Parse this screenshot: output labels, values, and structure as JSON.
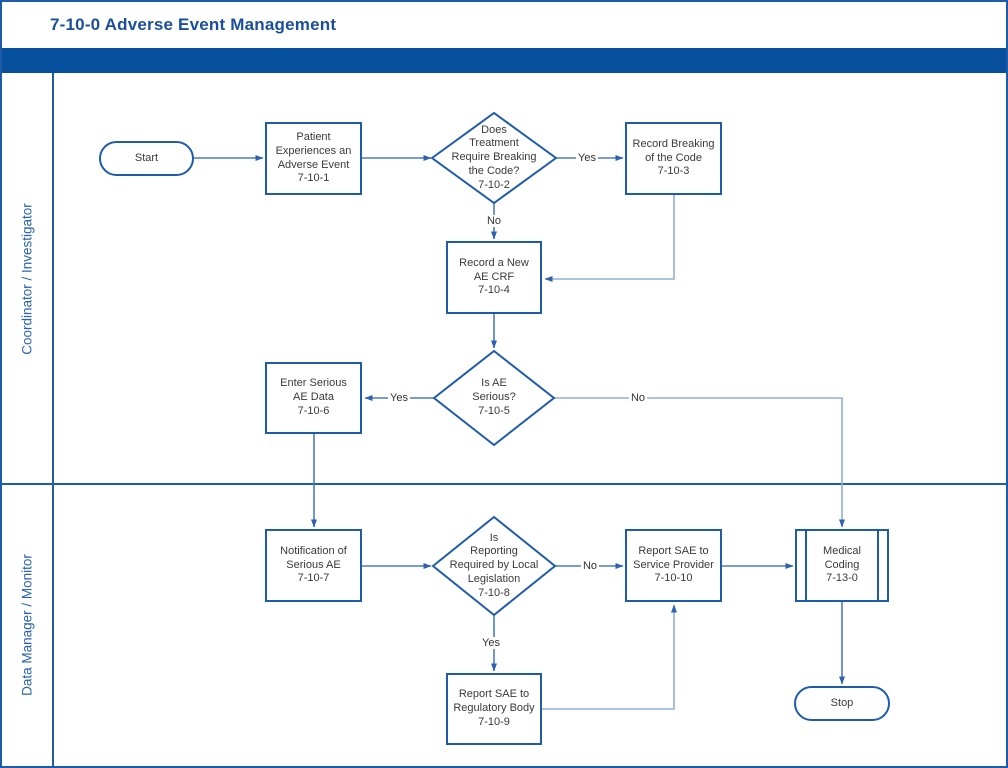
{
  "title": "7-10-0 Adverse Event Management",
  "lanes": [
    {
      "label": "Coordinator / Investigator"
    },
    {
      "label": "Data Manager / Monitor"
    }
  ],
  "nodes": {
    "start": {
      "type": "terminator",
      "label": "Start"
    },
    "patient_ae": {
      "type": "process",
      "label": "Patient\nExperiences an\nAdverse Event\n7-10-1"
    },
    "break_code_q": {
      "type": "decision",
      "label": "Does\nTreatment\nRequire Breaking\nthe Code?\n7-10-2"
    },
    "record_breaking": {
      "type": "process",
      "label": "Record Breaking\nof the Code\n7-10-3"
    },
    "record_ae_crf": {
      "type": "process",
      "label": "Record a New\nAE CRF\n7-10-4"
    },
    "ae_serious_q": {
      "type": "decision",
      "label": "Is AE\nSerious?\n7-10-5"
    },
    "enter_sae": {
      "type": "process",
      "label": "Enter Serious\nAE Data\n7-10-6"
    },
    "notify_sae": {
      "type": "process",
      "label": "Notification of\nSerious AE\n7-10-7"
    },
    "reporting_q": {
      "type": "decision",
      "label": "Is\nReporting\nRequired by Local\nLegislation\n7-10-8"
    },
    "report_regulatory": {
      "type": "process",
      "label": "Report SAE to\nRegulatory Body\n7-10-9"
    },
    "report_provider": {
      "type": "process",
      "label": "Report SAE to\nService Provider\n7-10-10"
    },
    "medical_coding": {
      "type": "predefined-process",
      "label": "Medical\nCoding\n7-13-0"
    },
    "stop": {
      "type": "terminator",
      "label": "Stop"
    }
  },
  "edge_labels": {
    "break_yes": "Yes",
    "break_no": "No",
    "serious_yes": "Yes",
    "serious_no": "No",
    "reporting_no": "No",
    "reporting_yes": "Yes"
  },
  "colors": {
    "band": "#07509E",
    "frame_border": "#1F5BAB",
    "shape_border": "#1E5BAC",
    "title_text": "#1B4E9B",
    "lane_text": "#2A64AD",
    "edge_straight": "#4C7BC2",
    "edge_elbow": "#93AED8",
    "arrowhead": "#2E62B0",
    "node_text": "#3A3A3A"
  }
}
